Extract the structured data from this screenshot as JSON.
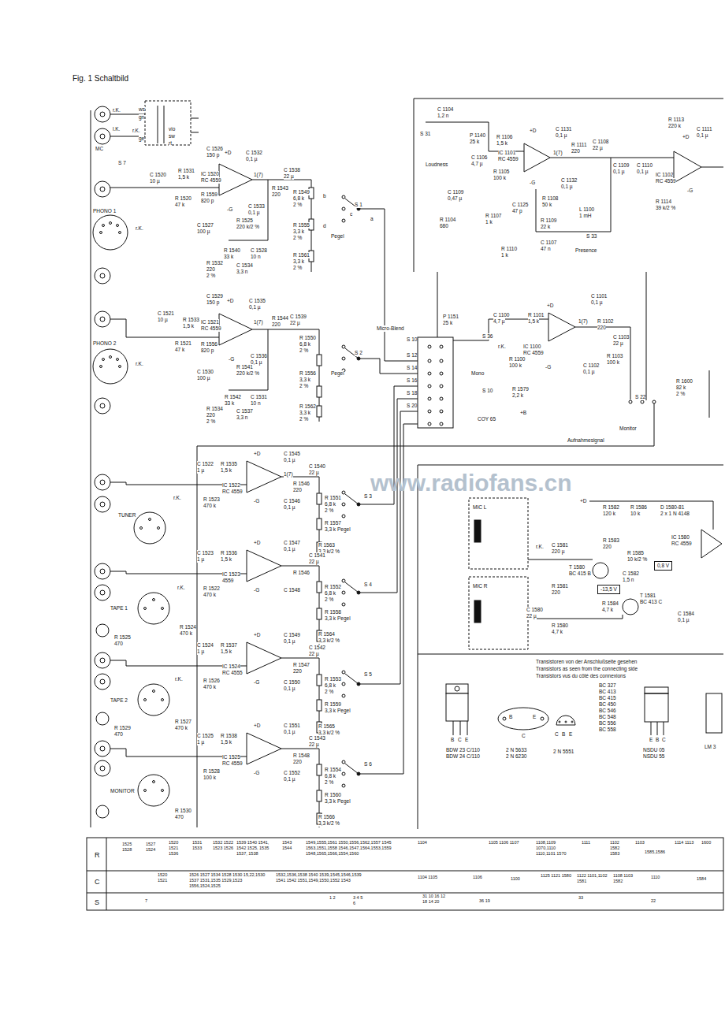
{
  "diagram": {
    "title": "Fig. 1 Schaltbild",
    "nodes": [
      {
        "text": [
          "0,8 V"
        ]
      },
      {
        "text": [
          "-13,5 V"
        ]
      }
    ],
    "labels": [
      "r.K.",
      "ws",
      "gn",
      "l.K.",
      "r.K.",
      "ge",
      "vio",
      "sw",
      "rt",
      "MC",
      "S 7",
      "C 1520",
      "10 µ",
      "R 1531",
      "1,5 k",
      "R 1520",
      "47 k",
      "PHONO 1",
      "r.K.",
      "C 1526",
      "150 p",
      "+D",
      "C 1532",
      "0,1 µ",
      "IC 1520",
      "RC 4559",
      "R 1559",
      "820 p",
      "1(7)",
      "-G",
      "C 1538",
      "22 µ",
      "R 1543",
      "220",
      "C 1533",
      "0,1 µ",
      "R 1549",
      "6,8 k",
      "2 %",
      "R 1525",
      "220 k/2 %",
      "C 1527",
      "100 µ",
      "R 1555",
      "3,3 k",
      "2 %",
      "R 1540",
      "33 k",
      "C 1528",
      "10 n",
      "C 1534",
      "3,3 n",
      "R 1532",
      "220",
      "2 %",
      "R 1561",
      "3,3 k",
      "2 %",
      "S 1",
      "Pegel",
      "b",
      "c",
      "a",
      "d",
      "C 1529",
      "150 p",
      "+D",
      "C 1535",
      "0,1 µ",
      "C 1521",
      "10 µ",
      "R 1533",
      "1,5 k",
      "R 1521",
      "47 k",
      "IC 1521",
      "RC 4559",
      "R 1556",
      "820 p",
      "1(7)",
      "R 1544",
      "220",
      "C 1539",
      "22 µ",
      "R 1550",
      "6,8 k",
      "2 %",
      "-G",
      "C 1536",
      "0,1 µ",
      "PHONO 2",
      "r.K.",
      "C 1530",
      "100 µ",
      "R 1541",
      "220 k/2 %",
      "R 1556",
      "3,3 k",
      "2 %",
      "R 1542",
      "33 k",
      "C 1531",
      "10 n",
      "R 1534",
      "220",
      "2 %",
      "C 1537",
      "3,3 n",
      "R 1562",
      "3,3 k",
      "2 %",
      "S 2",
      "Pegel",
      "+D",
      "C 1545",
      "0,1 µ",
      "C 1522",
      "1 µ",
      "R 1535",
      "1,5 k",
      "IC 1522",
      "RC 4559",
      "R 1523",
      "470 k",
      "1(7)",
      "C 1540",
      "22 µ",
      "R 1546",
      "220",
      "TUNER",
      "r.K.",
      "-G",
      "C 1546",
      "0,1 µ",
      "R 1551",
      "6,8 k",
      "2 %",
      "S 3",
      "Pegel",
      "R 1557",
      "3,3 k",
      "R 1563",
      "3,3 k/2 %",
      "+D",
      "C 1547",
      "0,1 µ",
      "C 1523",
      "1 µ",
      "R 1536",
      "1,5 k",
      "IC 1523",
      "4559",
      "R 1522",
      "470 k",
      "C 1541",
      "22 µ",
      "R 1546",
      "R 1552",
      "6,8 k",
      "2 %",
      "TAPE 1",
      "r.K.",
      "-G",
      "C 1548",
      "S 4",
      "Pegel",
      "R 1525",
      "470",
      "R 1524",
      "470 k",
      "R 1558",
      "3,3 k",
      "R 1564",
      "3,3 k/2 %",
      "+D",
      "C 1549",
      "0,1 µ",
      "C 1524",
      "1 µ",
      "R 1537",
      "1,5 k",
      "IC 1524",
      "RC 4555",
      "R 1526",
      "470 k",
      "C 1542",
      "22 µ",
      "R 1547",
      "220",
      "R 1553",
      "6,8 k",
      "2 %",
      "TAPE 2",
      "r.K.",
      "-G",
      "C 1550",
      "0,1 µ",
      "S 5",
      "Pegel",
      "R 1527",
      "470 k",
      "R 1529",
      "470",
      "R 1559",
      "3,3 k",
      "R 1565",
      "3,3 k/2 %",
      "+D",
      "C 1551",
      "0,1 µ",
      "C 1525",
      "1 µ",
      "R 1538",
      "1,5 k",
      "IC 1525",
      "RC 4559",
      "R 1528",
      "100 k",
      "C 1543",
      "22 µ",
      "R 1548",
      "220",
      "R 1554",
      "6,8 k",
      "2 %",
      "MONITOR",
      "-G",
      "C 1552",
      "0,1 µ",
      "S 6",
      "Pegel",
      "R 1530",
      "470",
      "R 1560",
      "3,3 k",
      "R 1566",
      "3,3 k/2 %",
      "Micro-Blend",
      "P 1151",
      "25 k",
      "S 10",
      "S 12",
      "S 14",
      "S 16",
      "S 18",
      "S 20",
      "S 36",
      "Mono",
      "S 10",
      "R 1579",
      "2,2 k",
      "COY 65",
      "+B",
      "C 1100",
      "4,7 µ",
      "r.K.",
      "R 1100",
      "100 k",
      "R 1101",
      "1,5 k",
      "IC 1100",
      "RC 4559",
      "+D",
      "C 1101",
      "0,1 µ",
      "1(7)",
      "R 1102",
      "220",
      "C 1103",
      "22 µ",
      "R 1103",
      "100 k",
      "-G",
      "C 1102",
      "0,1 µ",
      "S 22",
      "Monitor",
      "Aufnahmesignal",
      "R 1600",
      "82 k",
      "2 %",
      "C 1104",
      "1,2 n",
      "S 31",
      "Loudness",
      "P 1140",
      "25 k",
      "C 1106",
      "4,7 µ",
      "C 1109",
      "0,47 µ",
      "R 1104",
      "680",
      "R 1106",
      "1,5 k",
      "R 1105",
      "100 k",
      "IC 1101",
      "RC 4559",
      "+D",
      "C 1131",
      "0,1 µ",
      "1(7)",
      "-G",
      "C 1132",
      "0,1 µ",
      "R 1111",
      "220",
      "C 1108",
      "22 µ",
      "R 1108",
      "50 k",
      "C 1125",
      "47 p",
      "R 1109",
      "22 k",
      "R 1107",
      "1 k",
      "L 1100",
      "1 mH",
      "S 33",
      "R 1110",
      "1 k",
      "C 1107",
      "47 n",
      "Presence",
      "C 1109",
      "0,1 µ",
      "C 1110",
      "0,1 µ",
      "R 1113",
      "220 k",
      "+D",
      "C 1111",
      "0,1 µ",
      "IC 1102",
      "RC 4559",
      "-G",
      "R 1114",
      "39 k/2 %",
      "+D",
      "MIC L",
      "MIC R",
      "r.K.",
      "R 1582",
      "120 k",
      "R 1586",
      "10 k",
      "D 1580-81",
      "2 x 1 N 4148",
      "C 1581",
      "220 µ",
      "R 1583",
      "220",
      "C 1582",
      "1,5 n",
      "R 1585",
      "10 k/2 %",
      "IC 1580",
      "RC 4559",
      "T 1580",
      "BC 415 B",
      "T 1581",
      "BC 413 C",
      "R 1581",
      "220",
      "C 1580",
      "22 µ",
      "R 1584",
      "4,7 k",
      "R 1580",
      "4,7 k",
      "C 1584",
      "0,1 µ",
      "Transistoren von der Anschlußseite gesehen",
      "Transistors as seen from the connecting side",
      "Transistors vus du côté des connexions",
      "BC 327",
      "BC 413",
      "BC 415",
      "BC 450",
      "BC 546",
      "BC 548",
      "BC 556",
      "BC 558",
      "B",
      "C",
      "E",
      "BDW 23 C/110",
      "BDW 24 C/110",
      "B",
      "E",
      "C",
      "2 N 5633",
      "2 N 6230",
      "C",
      "B",
      "E",
      "2 N 5551",
      "E",
      "B",
      "C",
      "NSDU 05",
      "NSDU 55",
      "LM 3",
      "R",
      "C",
      "S",
      "1525 1528",
      "1527 1524",
      "1520 1521 1536",
      "1531 1533",
      "1532 1522 1523 1526",
      "1539 1540 1541, 1542 1525, 1535 1537, 1538",
      "1543 1544",
      "1549,1555,1561 1550,1556,1562,1557 1545 1563,1551,1558 1546,1547,1564,1553,1559 1548,1565,1566,1554,1560",
      "1104",
      "1105 1106 1107",
      "1108,1109 1070,1110 1110,1101 1570",
      "1111",
      "1102 1582 1583",
      "1103",
      "1585,1586",
      "1114 1113",
      "1600",
      "1520 1521",
      "1526 1527 1534 1528 1530 15,22,1530 1537 1531,1535 1529,1523 1556,1524,1525",
      "1532,1536,1538 1540 1539,1545,1546,1539 1541 1542 1551,1549,1550,1552 1543",
      "1104 1105",
      "1106",
      "1100",
      "1125 1121 1580",
      "1122 1101,1102 1581",
      "1108 1103 1582",
      "1110",
      "1584",
      "7",
      "1 2",
      "3 4 5 6",
      "31 10 16 12 18 14 20",
      "36 19",
      "33",
      "22",
      "www.radiofans.cn"
    ]
  }
}
